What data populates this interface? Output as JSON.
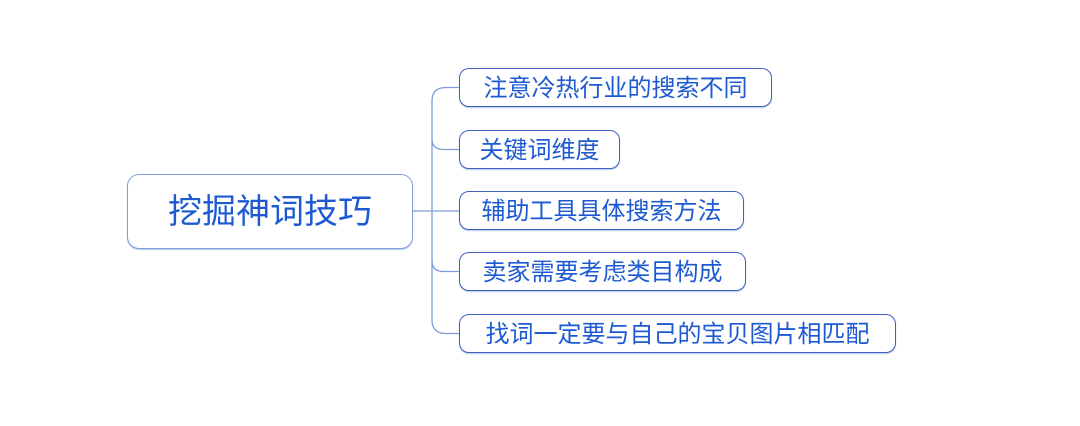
{
  "diagram": {
    "type": "mindmap",
    "root": {
      "label": "挖掘神词技巧"
    },
    "children": [
      {
        "label": "注意冷热行业的搜索不同"
      },
      {
        "label": "关键词维度"
      },
      {
        "label": "辅助工具具体搜索方法"
      },
      {
        "label": "卖家需要考虑类目构成"
      },
      {
        "label": "找词一定要与自己的宝贝图片相匹配"
      }
    ]
  },
  "colors": {
    "background": "#ffffff",
    "node_text": "#1d5ad2",
    "root_border": "#7f9fdb",
    "child_border": "#3e64c0",
    "connector": "#7f9cd9"
  }
}
